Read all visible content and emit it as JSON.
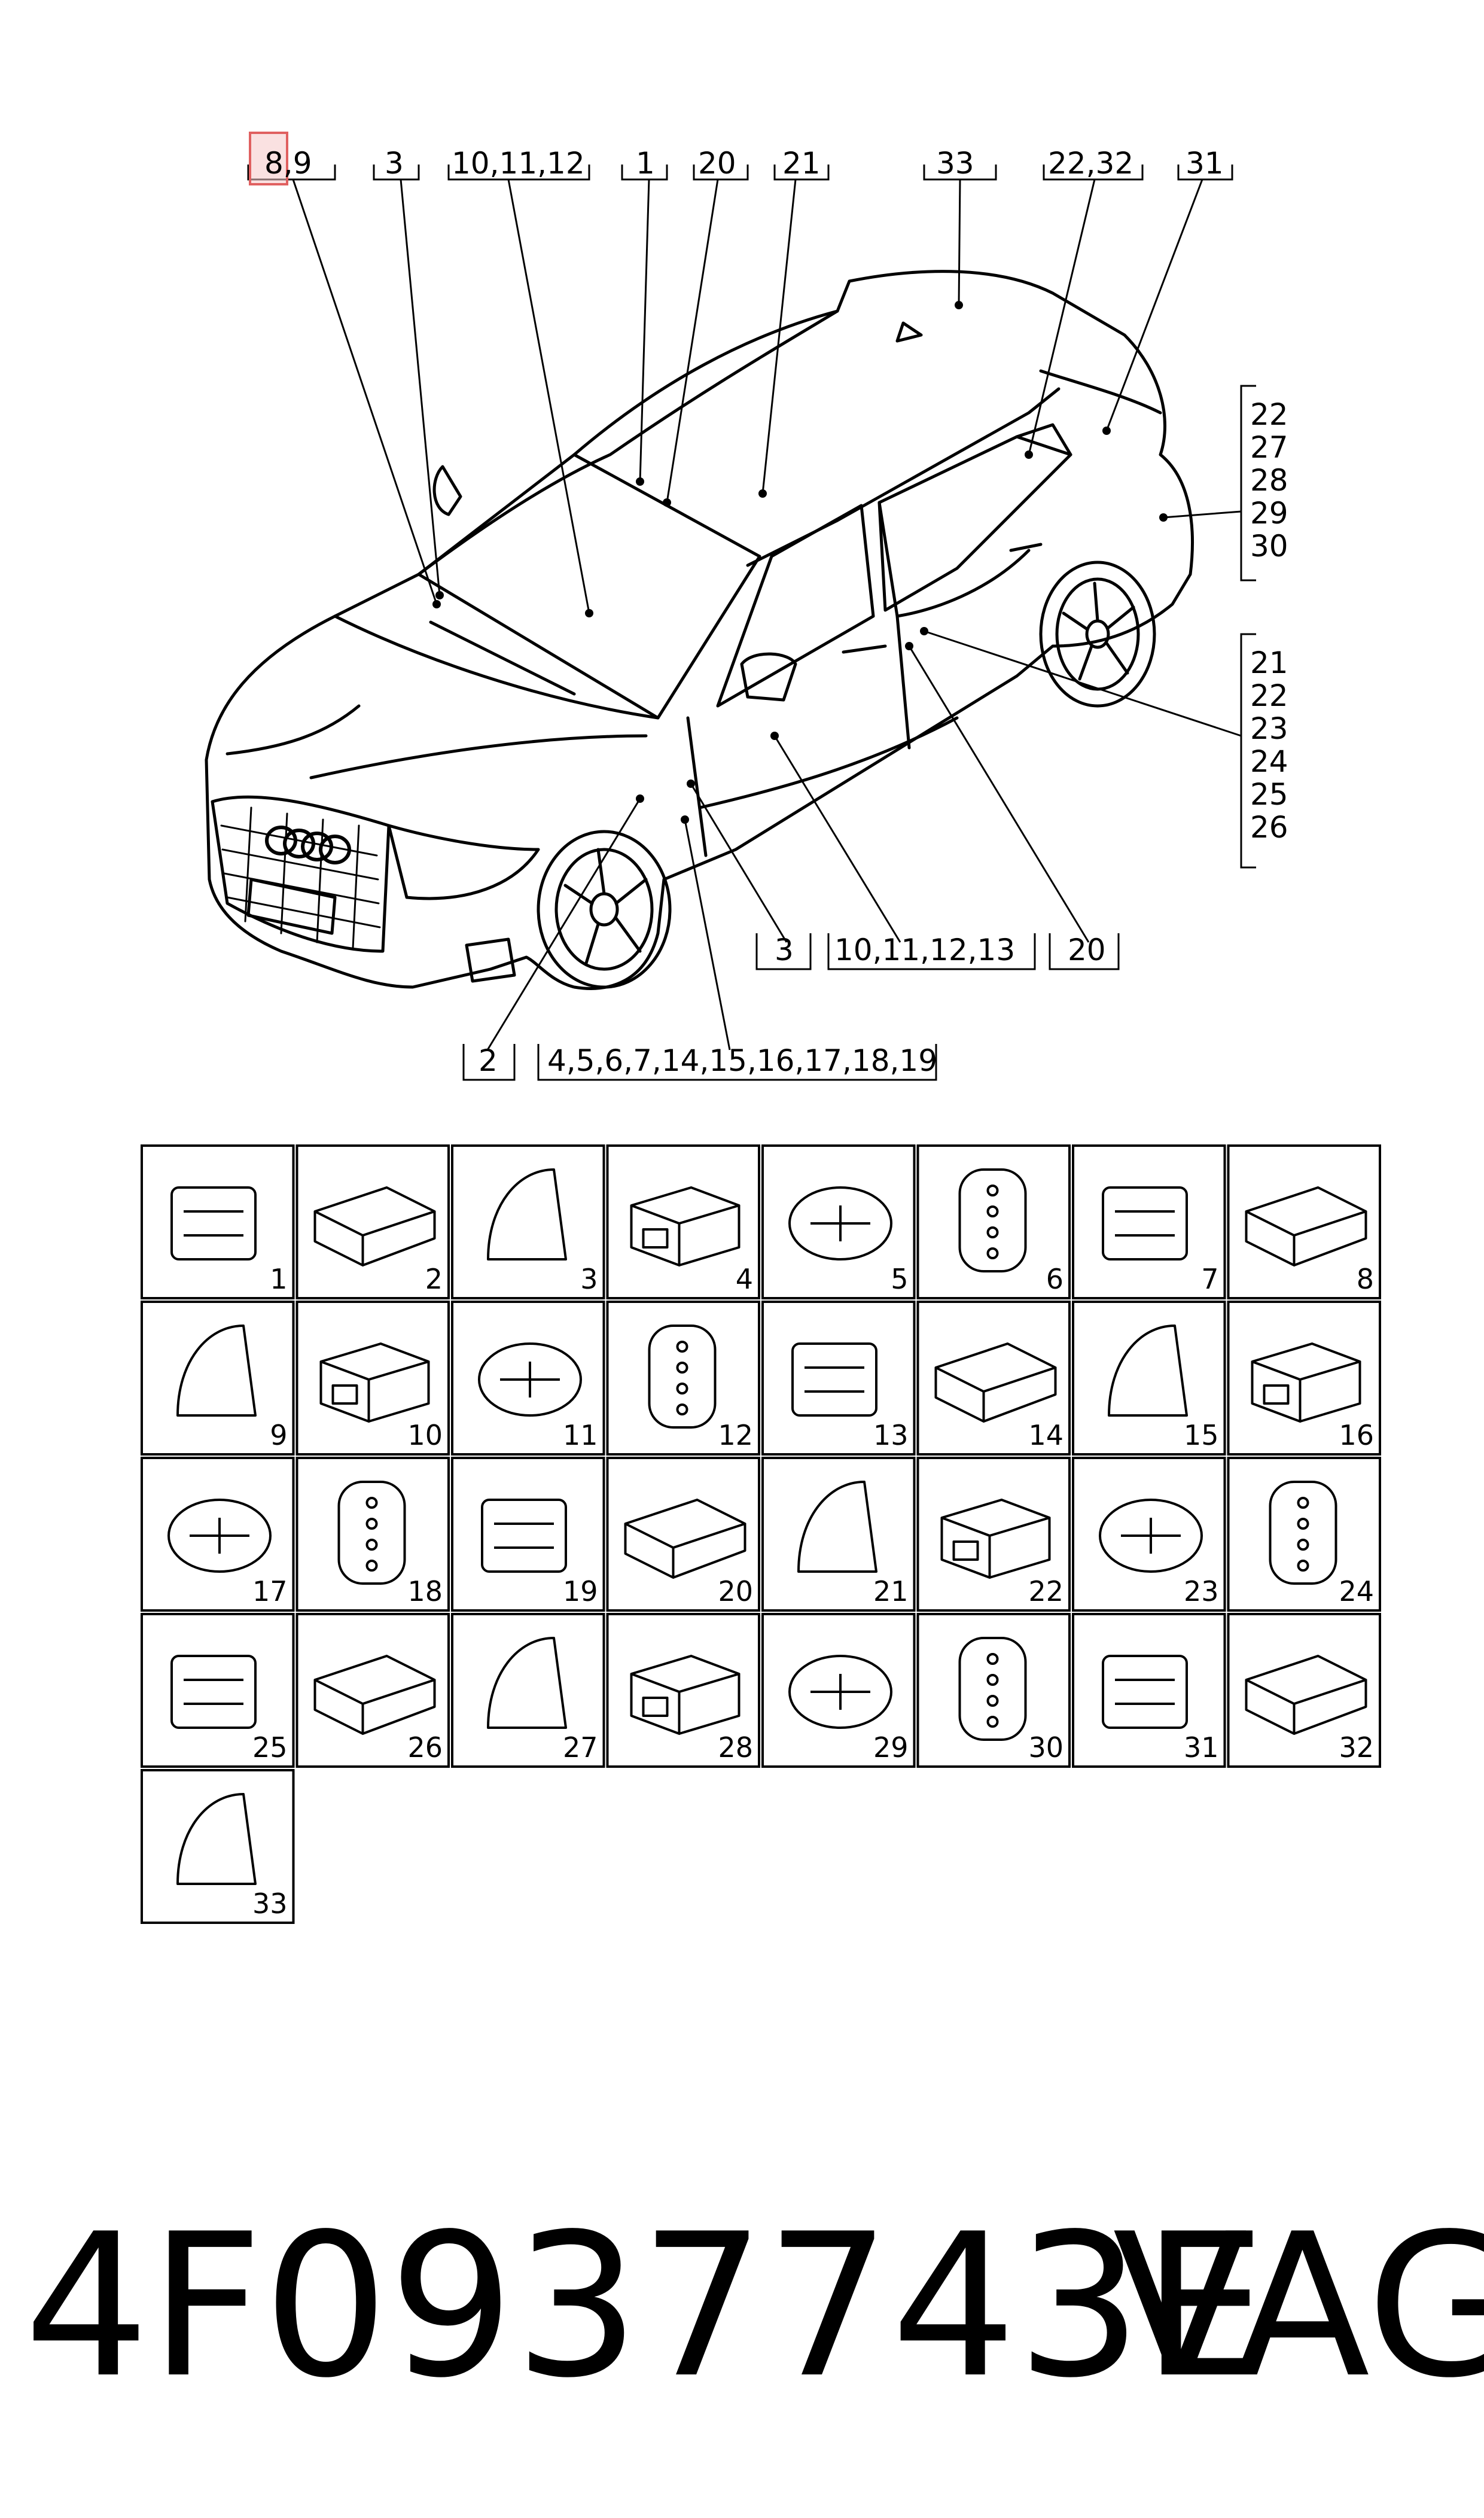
{
  "callouts": {
    "top": [
      "8,9",
      "3",
      "10,11,12",
      "1",
      "20",
      "21",
      "33",
      "22,32",
      "31"
    ],
    "right_group_a": [
      "22",
      "27",
      "28",
      "29",
      "30"
    ],
    "right_group_b": [
      "21",
      "22",
      "23",
      "24",
      "25",
      "26"
    ],
    "bottom_row_1": [
      "3",
      "10,11,12,13",
      "20"
    ],
    "bottom_row_2": [
      "2",
      "4,5,6,7,14,15,16,17,18,19"
    ]
  },
  "connectors": [
    "1",
    "2",
    "3",
    "4",
    "5",
    "6",
    "7",
    "8",
    "9",
    "10",
    "11",
    "12",
    "13",
    "14",
    "15",
    "16",
    "17",
    "18",
    "19",
    "20",
    "21",
    "22",
    "23",
    "24",
    "25",
    "26",
    "27",
    "28",
    "29",
    "30",
    "31",
    "32",
    "33"
  ],
  "footer": {
    "part_number": "4F0937743E",
    "brand": "VAG"
  },
  "colors": {
    "line": "#000000",
    "highlight": "#e06060",
    "highlight_fill": "#f6c8c8"
  }
}
